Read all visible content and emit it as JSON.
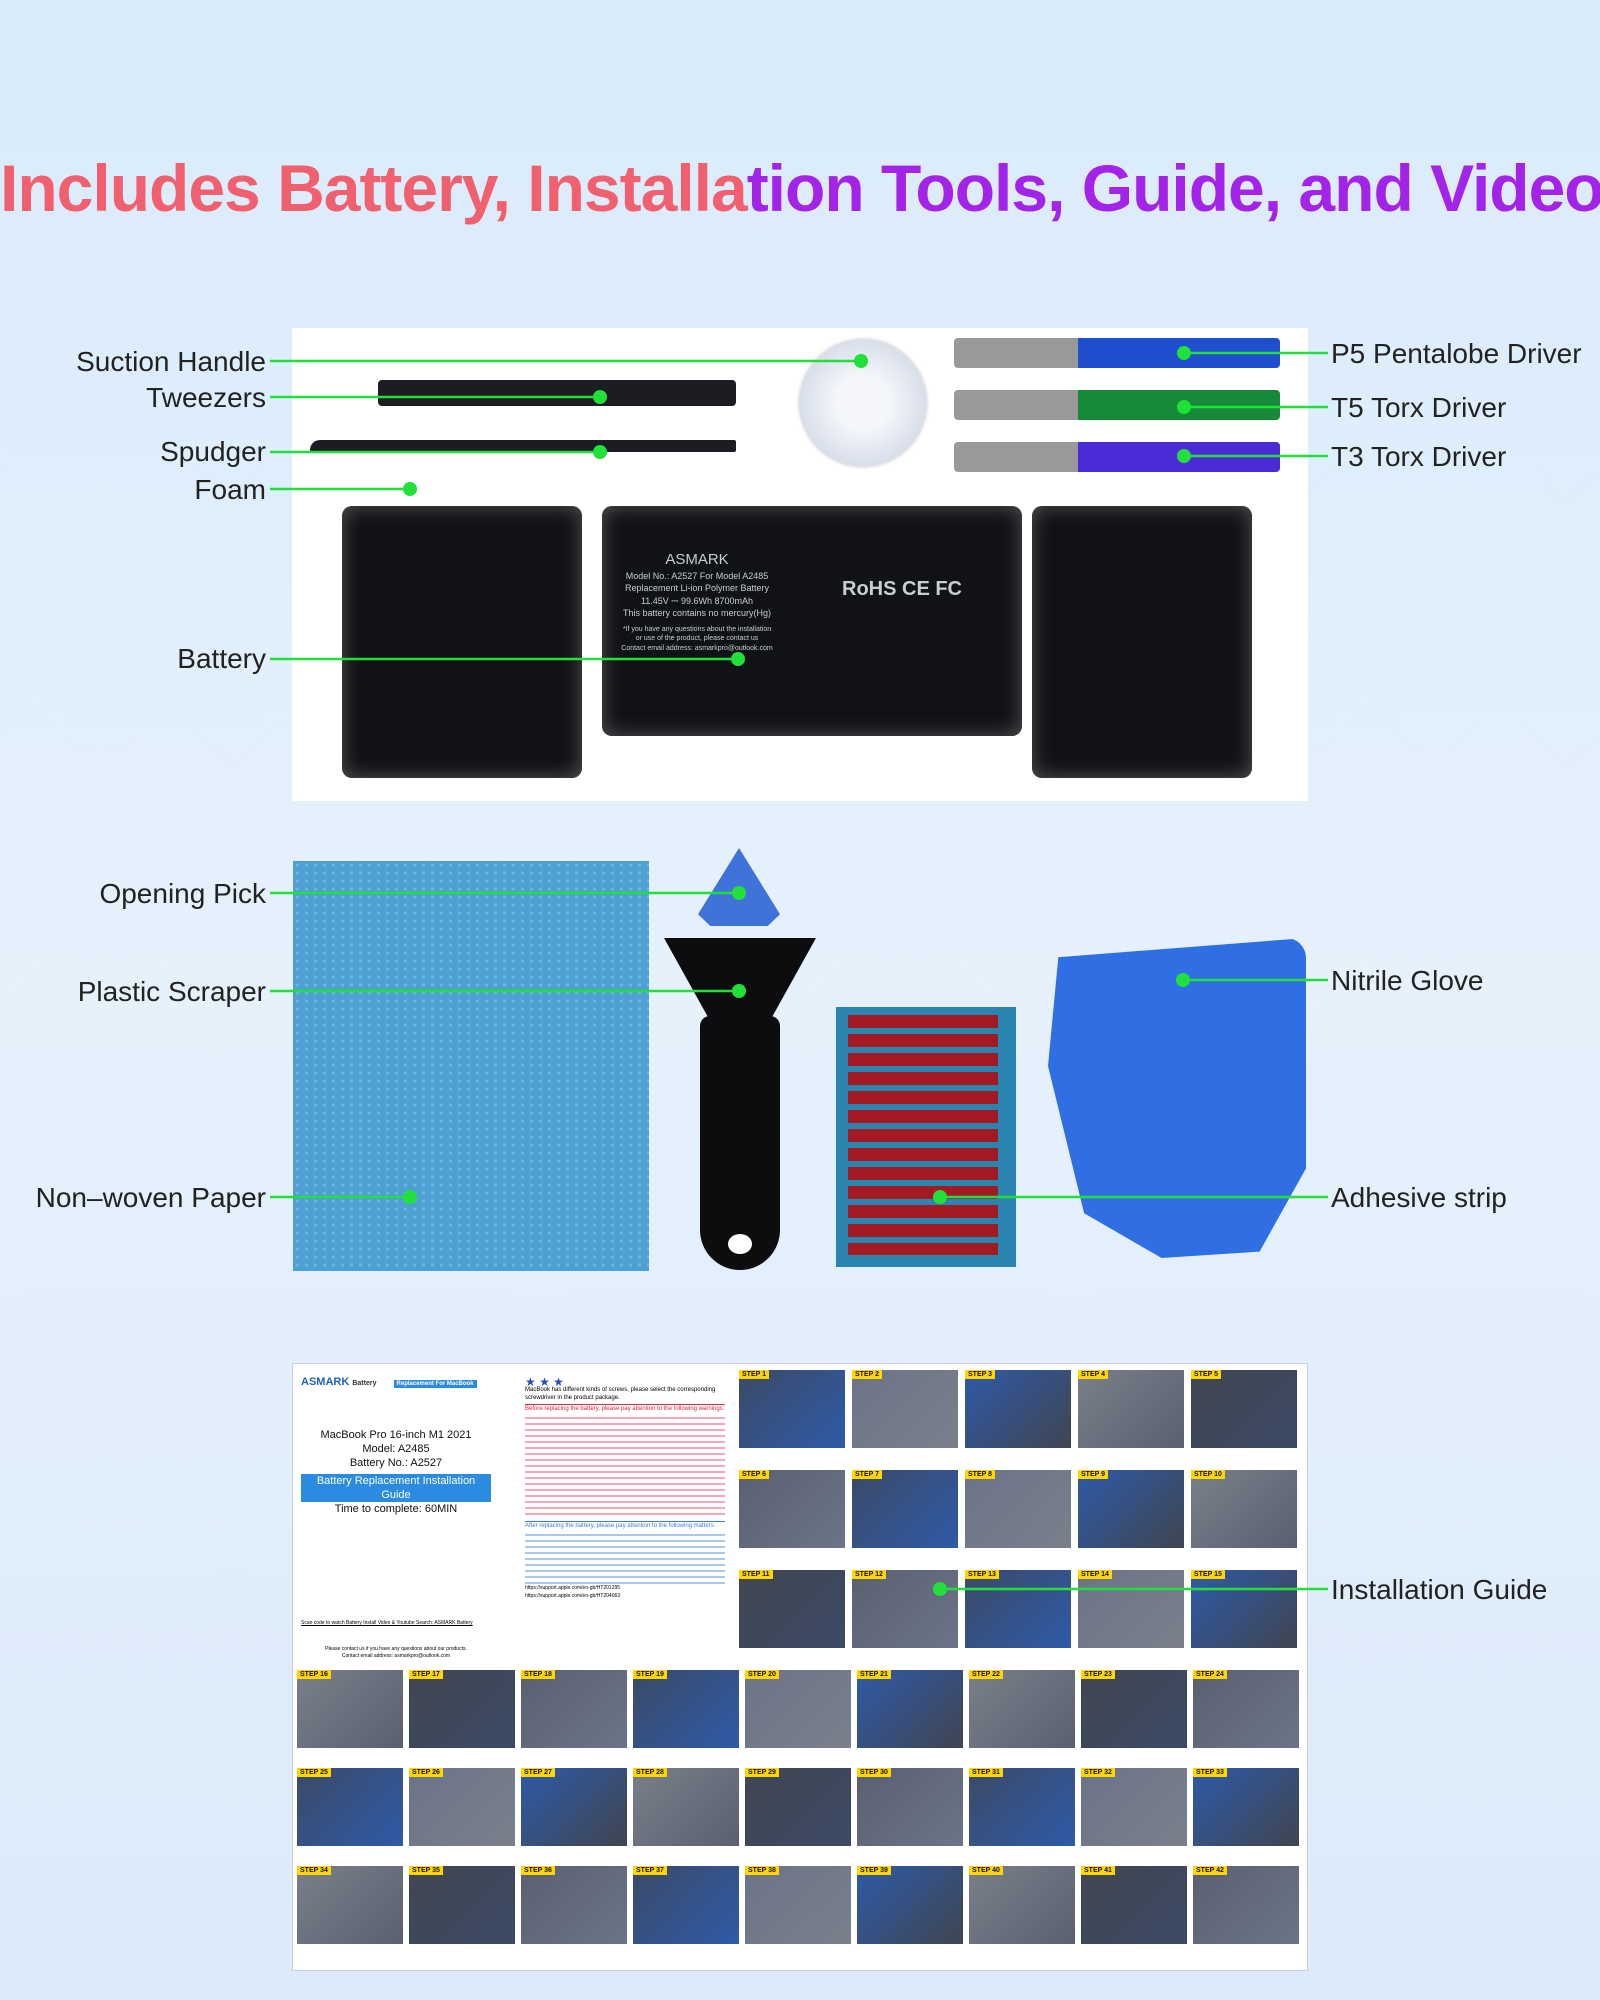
{
  "title": {
    "part1": "Includes Battery, Installa",
    "part2": "tion Tools, Guide, and Video"
  },
  "labels_left": [
    "Suction Handle",
    "Tweezers",
    "Spudger",
    "Foam",
    "Battery",
    "Opening Pick",
    "Plastic Scraper",
    "Non–woven Paper"
  ],
  "labels_right": [
    "P5 Pentalobe Driver",
    "T5 Torx Driver",
    "T3 Torx Driver",
    "Nitrile Glove",
    "Adhesive strip",
    "Installation Guide"
  ],
  "battery": {
    "brand": "ASMARK",
    "model": "Model No.: A2527 For Model A2485",
    "type": "Replacement Li-ion Polymer Battery",
    "spec": "11.45V ⎓ 99.6Wh  8700mAh",
    "note": "This battery contains no mercury(Hg)",
    "contact1": "*If you have any questions about the installation",
    "contact2": "or use of the product, please contact us",
    "contact3": "Contact email address: asmarkpro@outlook.com",
    "certs": "RoHS CE FC"
  },
  "guide": {
    "brand": "ASMARK",
    "brand_sub": "Battery",
    "badge": "Replacement For MacBook",
    "device": "MacBook Pro 16-inch M1 2021",
    "model": "Model: A2485",
    "battery_no": "Battery No.: A2527",
    "heading": "Battery Replacement Installation Guide",
    "time": "Time to complete: 60MIN",
    "scan": "Scan code to watch Battery Install Video & Youtube Search: ASMARK Battery",
    "contact": "Please contact us if you have any questions about our products.",
    "email": "Contact email address: asmarkpro@outlook.com",
    "screws": "MacBook has different kinds of screws, please select the corresponding screwdriver in the product package.",
    "before": "Before replacing the battery, please pay attention to the following warnings:",
    "after": "After replacing the battery, please pay attention to the following matters:",
    "link1": "https://support.apple.com/en-gb/HT201295",
    "link2": "https://support.apple.com/en-gb/HT204063",
    "step_prefix": "STEP"
  },
  "colors": {
    "leader": "#22e03a",
    "title_red": "#f0606e",
    "title_purple": "#a423e8"
  }
}
